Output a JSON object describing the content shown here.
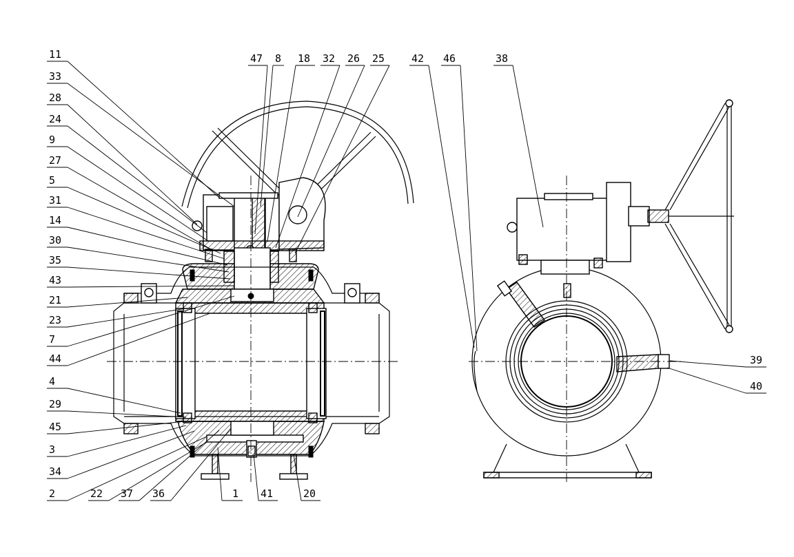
{
  "labels_left": [
    "11",
    "33",
    "28",
    "24",
    "9",
    "27",
    "5",
    "31",
    "14",
    "30",
    "35",
    "43",
    "21",
    "23",
    "7",
    "44",
    "4",
    "29",
    "45",
    "3",
    "34",
    "2"
  ],
  "labels_top": [
    "47",
    "8",
    "18",
    "32",
    "26",
    "25",
    "42",
    "46",
    "38"
  ],
  "labels_bottom": [
    "22",
    "37",
    "36",
    "1",
    "41",
    "20"
  ],
  "labels_right": [
    "39",
    "40"
  ]
}
